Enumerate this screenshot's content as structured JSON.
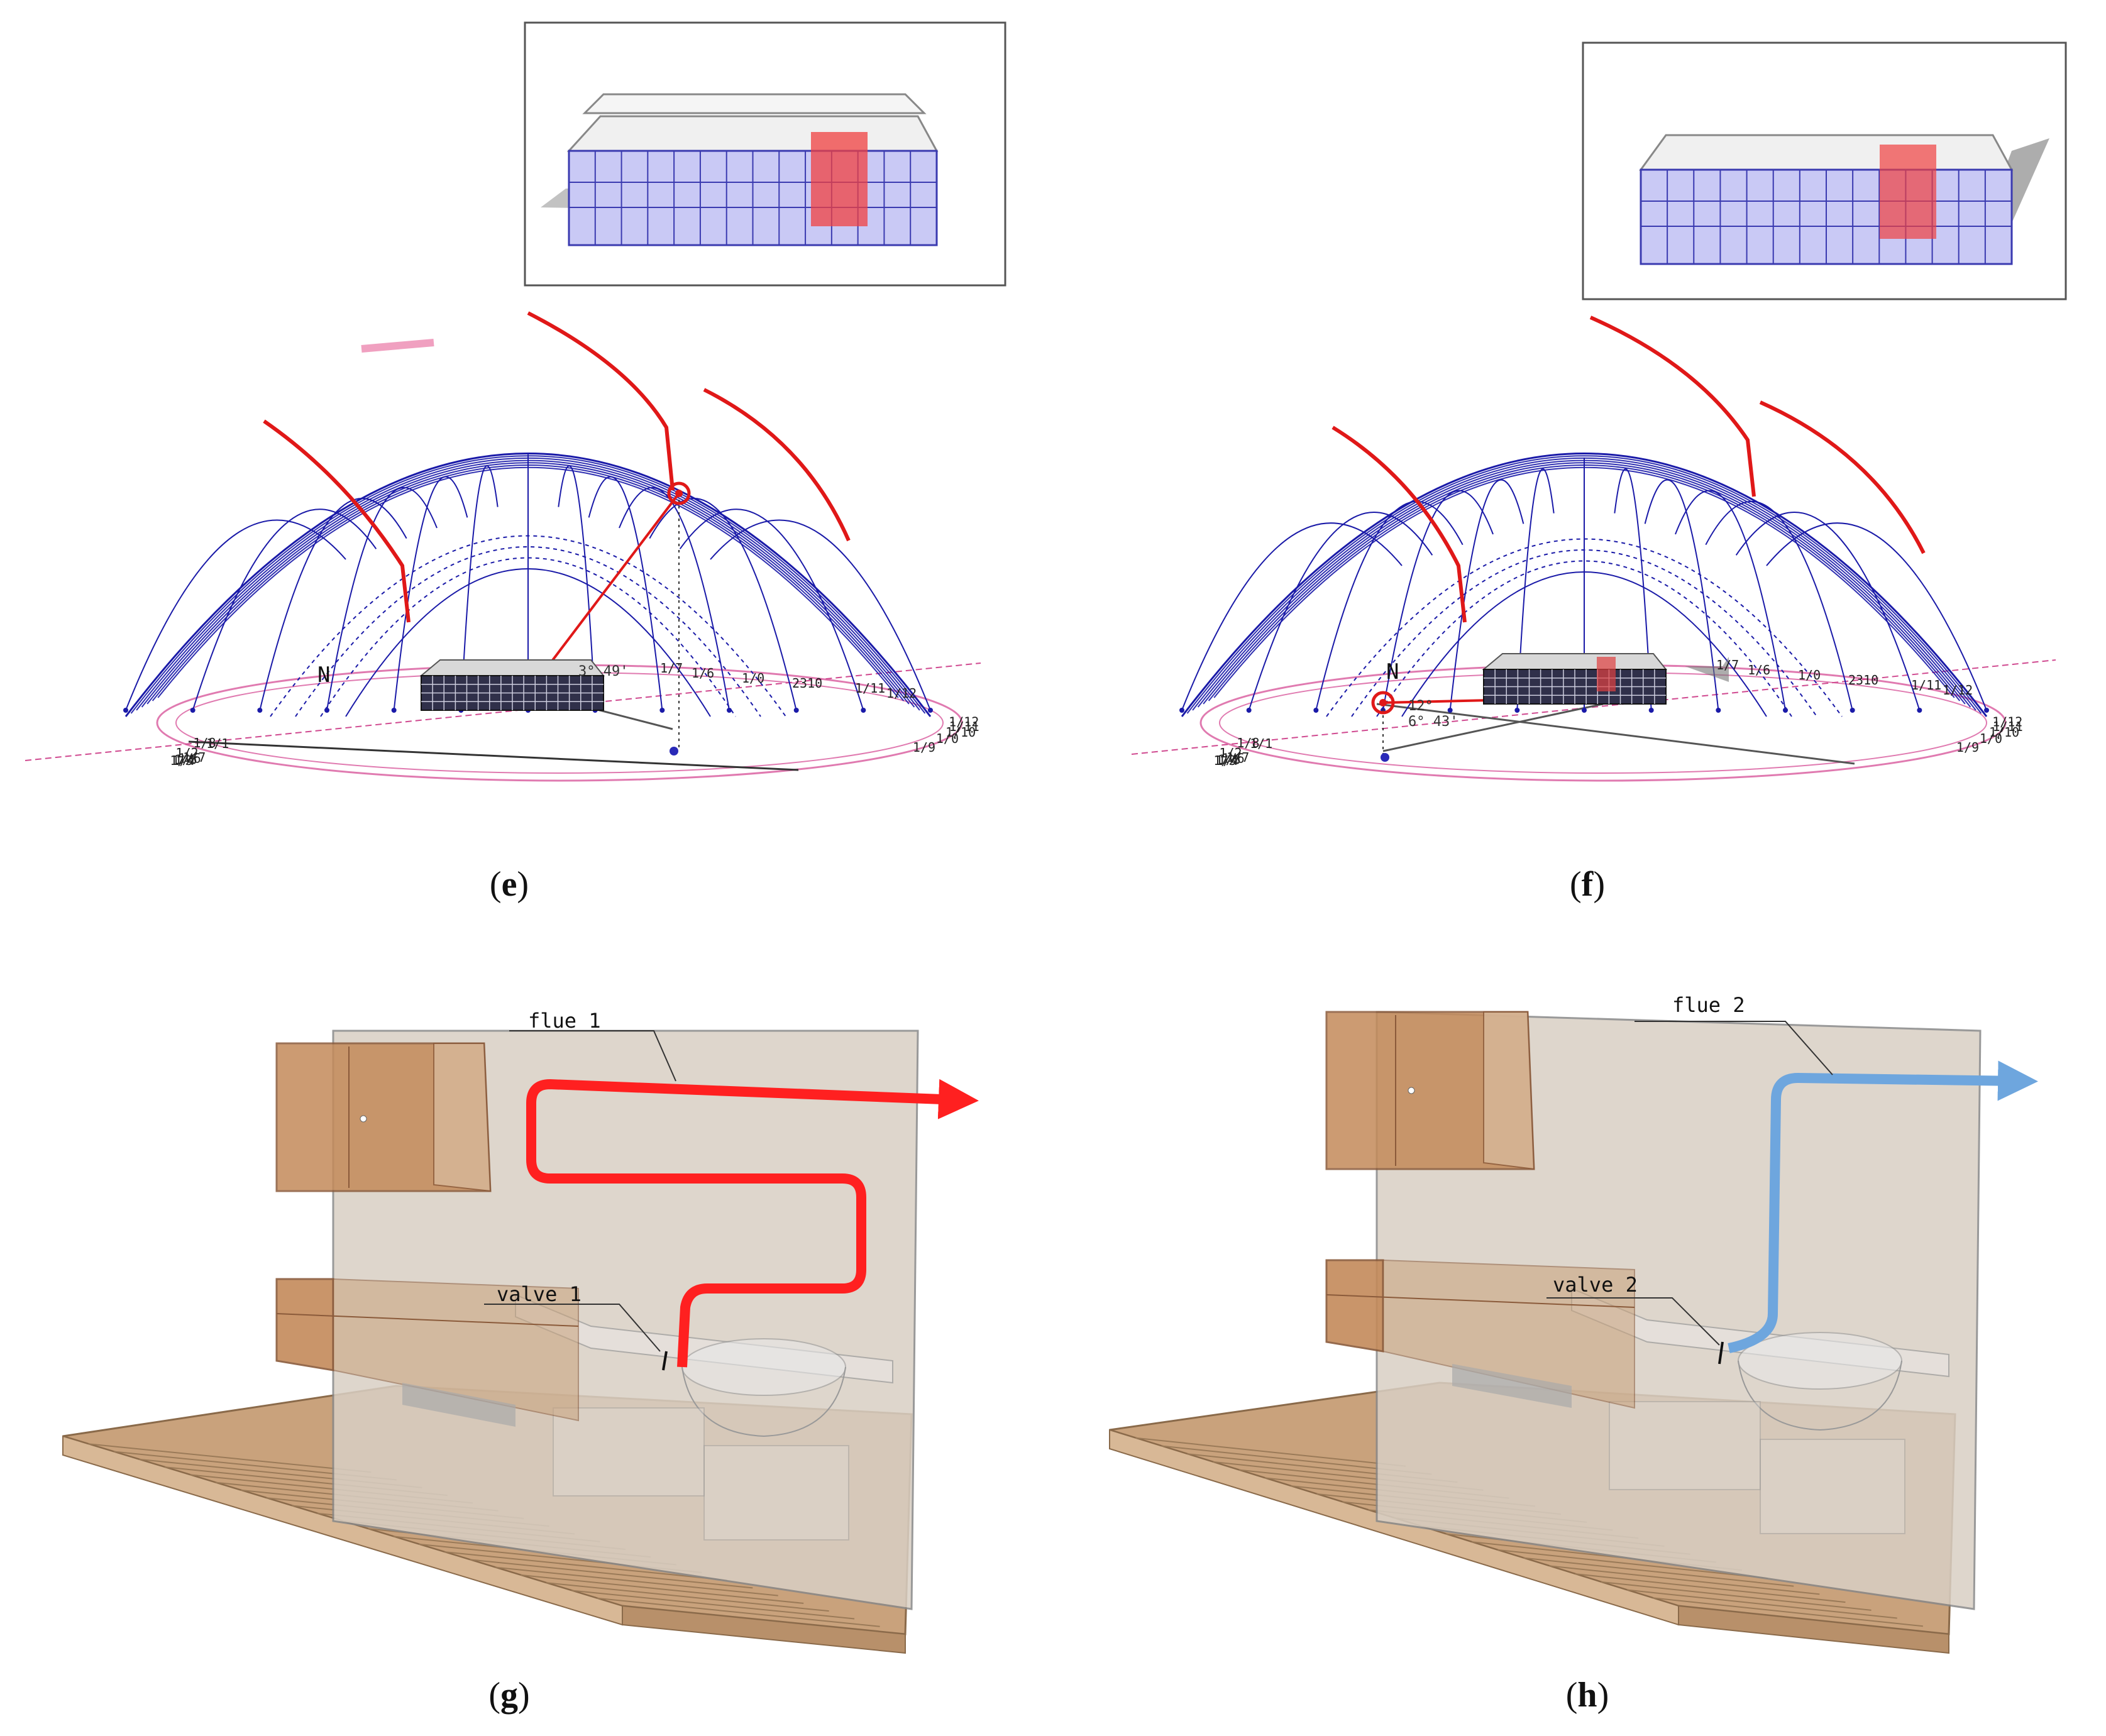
{
  "panels": {
    "e": {
      "caption": {
        "open": "(",
        "letter": "e",
        "close": ")"
      },
      "north_label": "N",
      "angle_label": "3° 49'",
      "dial_labels": [
        "1/7",
        "1/6",
        "1/5",
        "1/4",
        "1/3",
        "1/2",
        "1/1",
        "1/8",
        "1/9",
        "1/0",
        "1/10",
        "1/11",
        "1/12"
      ],
      "mid_labels": [
        "1/7",
        "1/6",
        "1/0",
        "2310",
        "1/11",
        "1/12"
      ]
    },
    "f": {
      "caption": {
        "open": "(",
        "letter": "f",
        "close": ")"
      },
      "north_label": "N",
      "angle_label_1": "12°",
      "angle_label_2": "6° 43'",
      "dial_labels": [
        "1/7",
        "1/6",
        "1/5",
        "1/4",
        "1/3",
        "1/2",
        "1/1",
        "1/8",
        "1/9",
        "1/0",
        "1/10",
        "1/11",
        "1/12"
      ],
      "mid_labels": [
        "1/7",
        "1/6",
        "1/0",
        "2310",
        "1/11",
        "1/12"
      ]
    },
    "g": {
      "caption": {
        "open": "(",
        "letter": "g",
        "close": ")"
      },
      "flue_label": "flue 1",
      "valve_label": "valve 1",
      "flue_color": "#ff2020"
    },
    "h": {
      "caption": {
        "open": "(",
        "letter": "h",
        "close": ")"
      },
      "flue_label": "flue 2",
      "valve_label": "valve 2",
      "flue_color": "#6ea6de"
    }
  },
  "colors": {
    "dome_blue": "#1a1aa8",
    "highlight_red": "#e01818",
    "dial_pink": "#e07ab0",
    "cabinet_brown": "#c48a5a",
    "wall_beige": "#d9cfc4",
    "floor_wood": "#c9a27c",
    "glass_lilac": "#c9c9f5"
  }
}
